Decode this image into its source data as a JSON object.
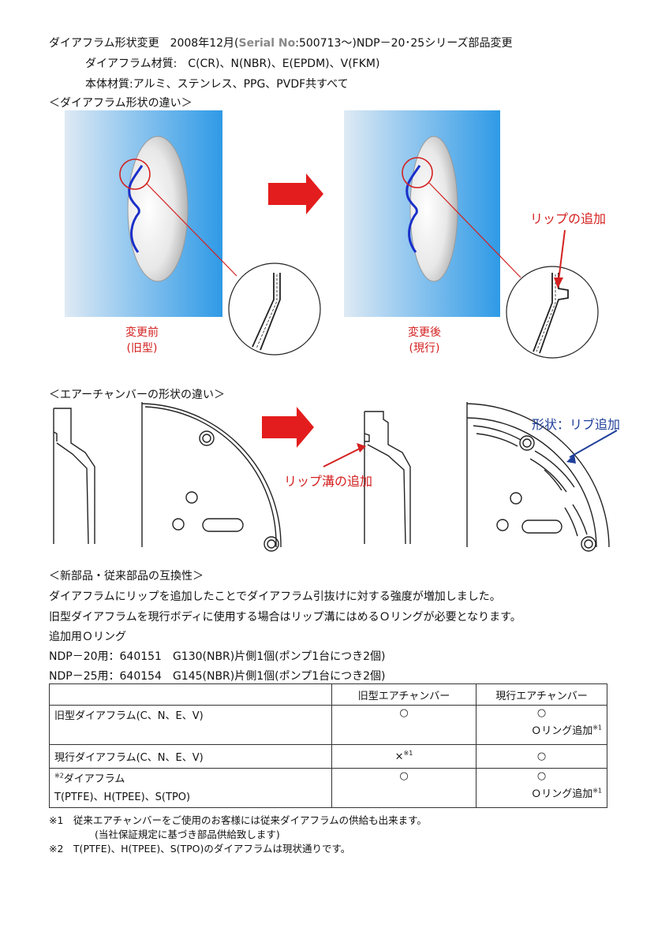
{
  "header": {
    "line1_pre": "ダイアフラム形状変更　2008年12月(",
    "line1_serial": "Serial No",
    "line1_post": ":500713～)NDP－20･25シリーズ部品変更",
    "line2": "ダイアフラム材質:　C(CR)、N(NBR)、E(EPDM)、V(FKM)",
    "line3": "本体材質:アルミ、ステンレス、PPG、PVDF共すべて"
  },
  "section1": {
    "title": "＜ダイアフラム形状の違い＞",
    "before_caption": [
      "変更前",
      "(旧型)"
    ],
    "after_caption": [
      "変更後",
      "(現行)"
    ],
    "lip_callout": "リップの追加"
  },
  "section2": {
    "title": "＜エアーチャンバーの形状の違い＞",
    "groove_callout": "リップ溝の追加",
    "rib_callout": "形状：リブ追加"
  },
  "section3": {
    "title": "＜新部品・従来部品の互換性＞",
    "p1": "ダイアフラムにリップを追加したことでダイアフラム引抜けに対する強度が増加しました。",
    "p2": "旧型ダイアフラムを現行ボディに使用する場合はリップ溝にはめるＯリングが必要となります。",
    "p3": "追加用Ｏリング",
    "p4": "NDP－20用：640151　G130(NBR)片側1個(ポンプ1台につき2個)",
    "p5": "NDP－25用：640154　G145(NBR)片側1個(ポンプ1台につき2個)"
  },
  "table": {
    "headers": [
      "",
      "旧型エアチャンバー",
      "現行エアチャンバー"
    ],
    "r1": {
      "label": "旧型ダイアフラム(C、N、E、V)",
      "old": "○",
      "cur": "○",
      "cur_note": "Ｏリング追加",
      "cur_sup": "※1"
    },
    "r2": {
      "label": "現行ダイアフラム(C、N、E、V)",
      "old": "×",
      "old_sup": "※1",
      "cur": "○"
    },
    "r3": {
      "label_sup": "※2",
      "label": "ダイアフラム",
      "label2": "T(PTFE)、H(TPEE)、S(TPO)",
      "old": "○",
      "cur": "○",
      "cur_note": "Ｏリング追加",
      "cur_sup": "※1"
    }
  },
  "notes": {
    "n1": "※1　従来エアチャンバーをご使用のお客様には従来ダイアフラムの供給も出来ます。",
    "n1b": "(当社保証規定に基づき部品供給致します)",
    "n2": "※2　T(PTFE)、H(TPEE)、S(TPO)のダイアフラムは現状通りです。"
  },
  "colors": {
    "accent_red": "#d42020",
    "callout_blue": "#1f3f9a",
    "sky_blue": "#4aa7e8"
  }
}
